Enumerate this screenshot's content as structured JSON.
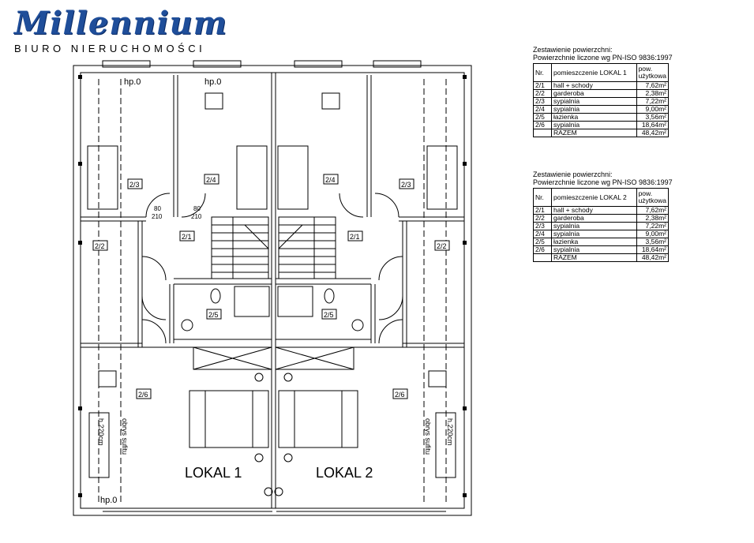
{
  "logo": {
    "brand": "Millennium",
    "subtitle": "BIURO NIERUCHOMOŚCI",
    "color": "#1f4e9a"
  },
  "plan": {
    "unit_labels": [
      "LOKAL 1",
      "LOKAL 2"
    ],
    "rooms": [
      {
        "id": "r1-23",
        "label": "2/3"
      },
      {
        "id": "r1-24",
        "label": "2/4"
      },
      {
        "id": "r1-22",
        "label": "2/2"
      },
      {
        "id": "r1-21",
        "label": "2/1"
      },
      {
        "id": "r1-25",
        "label": "2/5"
      },
      {
        "id": "r1-26",
        "label": "2/6"
      },
      {
        "id": "r2-24",
        "label": "2/4"
      },
      {
        "id": "r2-23",
        "label": "2/3"
      },
      {
        "id": "r2-21",
        "label": "2/1"
      },
      {
        "id": "r2-22",
        "label": "2/2"
      },
      {
        "id": "r2-25",
        "label": "2/5"
      },
      {
        "id": "r2-26",
        "label": "2/6"
      }
    ],
    "annotations": {
      "hp1": "hp.0",
      "hp2": "hp.0",
      "hp3": "hp.0",
      "door1_w": "80",
      "door1_h": "210",
      "door2_w": "80",
      "door2_h": "210",
      "ceiling_left": "h.220cm",
      "outline_left": "obrys sufitu",
      "ceiling_right": "h.220cm",
      "outline_right": "obrys sufitu"
    }
  },
  "tables": [
    {
      "title_line1": "Zestawienie powierzchni:",
      "title_line2": "Powierzchnie liczone wg PN-ISO 9836:1997",
      "col_nr": "Nr.",
      "col_room": "pomieszczenie LOKAL 1",
      "col_area": "pow. użytkowa",
      "rows": [
        {
          "nr": "2/1",
          "room": "hall + schody",
          "area": "7,62m²"
        },
        {
          "nr": "2/2",
          "room": "garderoba",
          "area": "2,38m²"
        },
        {
          "nr": "2/3",
          "room": "sypialnia",
          "area": "7,22m²"
        },
        {
          "nr": "2/4",
          "room": "sypialnia",
          "area": "9,00m²"
        },
        {
          "nr": "2/5",
          "room": "łazienka",
          "area": "3,56m²"
        },
        {
          "nr": "2/6",
          "room": "sypialnia",
          "area": "18,64m²"
        },
        {
          "nr": "",
          "room": "RAZEM",
          "area": "48,42m²"
        }
      ]
    },
    {
      "title_line1": "Zestawienie powierzchni:",
      "title_line2": "Powierzchnie liczone wg PN-ISO 9836:1997",
      "col_nr": "Nr.",
      "col_room": "pomieszczenie LOKAL 2",
      "col_area": "pow. użytkowa",
      "rows": [
        {
          "nr": "2/1",
          "room": "hall + schody",
          "area": "7,62m²"
        },
        {
          "nr": "2/2",
          "room": "garderoba",
          "area": "2,38m²"
        },
        {
          "nr": "2/3",
          "room": "sypialnia",
          "area": "7,22m²"
        },
        {
          "nr": "2/4",
          "room": "sypialnia",
          "area": "9,00m²"
        },
        {
          "nr": "2/5",
          "room": "łazienka",
          "area": "3,56m²"
        },
        {
          "nr": "2/6",
          "room": "sypialnia",
          "area": "18,64m²"
        },
        {
          "nr": "",
          "room": "RAZEM",
          "area": "48,42m²"
        }
      ]
    }
  ]
}
